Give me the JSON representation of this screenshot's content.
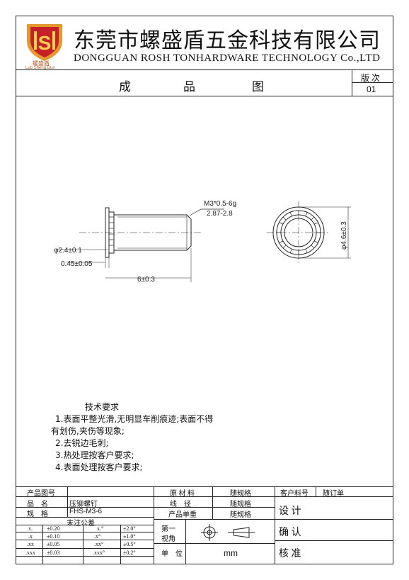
{
  "header": {
    "company_cn": "东莞市螺盛盾五金科技有限公司",
    "company_en": "DONGGUAN ROSH TONHARDWARE TECHNOLOGY Co.,LTD",
    "logo_cn": "螺盛盾",
    "logo_en": "Luo Sheng Dun",
    "doc_title": [
      "成",
      "品",
      "图"
    ],
    "version_label": "版 次",
    "version_value": "01"
  },
  "drawing": {
    "thread_spec": "M3*0.5-6g",
    "thread_range": "2.87-2.8",
    "dim_diameter": "φ2.4±0.1",
    "dim_thickness": "0.45±0.05",
    "dim_length": "6±0.3",
    "dim_outer": "φ4.6±0.3"
  },
  "notes": {
    "title": "技术要求",
    "items": [
      "1.表面平整光滑,无明显车削痕迹;表面不得",
      "有划伤,夹伤等现象;",
      "2.去锐边毛刺;",
      "3.热处理按客户要求;",
      "4.表面处理按客户要求;"
    ]
  },
  "table": {
    "product_no_label": "产品图号",
    "name_label": "品　名",
    "name_value": "压铆螺钉",
    "spec_label": "规　格",
    "spec_value": "FHS-M3-6",
    "tolerance_label": "末注公差",
    "tolerance_rows": [
      [
        "x.",
        "±0.20",
        "x.°",
        "±2.0°"
      ],
      [
        ".x",
        "±0.10",
        ".x°",
        "±1.0°"
      ],
      [
        ".xx",
        "±0.05",
        ".xx°",
        "±0.5°"
      ],
      [
        ".xxx",
        "±0.03",
        ".xxx°",
        "±0.2°"
      ]
    ],
    "material_label": "原 材 料",
    "material_value": "随规格",
    "wire_label": "线　径",
    "wire_value": "随规格",
    "weight_label": "产品单重",
    "weight_value": "随规格",
    "view_label_1": "第一",
    "view_label_2": "视角",
    "unit_label": "单　位",
    "unit_value": "mm",
    "customer_no_label": "客户料号",
    "customer_no_value": "随订单",
    "design_label": "设 计",
    "confirm_label": "确 认",
    "approve_label": "核 准"
  }
}
